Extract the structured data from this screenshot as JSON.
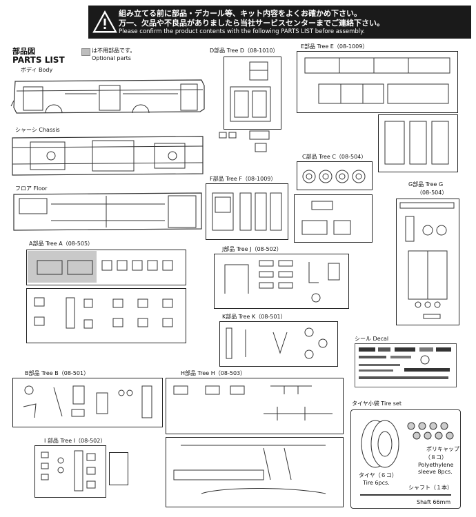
{
  "warning": {
    "icon": "warning-triangle-icon",
    "line_jp_1": "組み立てる前に部品・デカール等、キット内容をよくお確かめ下さい。",
    "line_jp_2": "万一、欠品や不良品がありましたら当社サービスセンターまでご連絡下さい。",
    "line_en": "Please confirm the product contents with the following PARTS LIST before assembly."
  },
  "header": {
    "title_jp": "部品図",
    "title_en": "PARTS LIST",
    "optional_jp": "は不用部品です。",
    "optional_en": "Optional parts",
    "optional_color": "#bdbdbd"
  },
  "labels": {
    "body": "ボディ Body",
    "chassis": "シャーシ Chassis",
    "floor": "フロア Floor",
    "tree_a": "A部品 Tree A（08-505）",
    "tree_b": "B部品 Tree B（08-501）",
    "tree_i": "I 部品 Tree I（08-502）",
    "tree_d": "D部品 Tree D（08-1010）",
    "tree_e": "E部品 Tree E（08-1009）",
    "tree_c": "C部品 Tree C（08-504）",
    "tree_f": "F部品 Tree F（08-1009）",
    "tree_g": "G部品 Tree G",
    "tree_g_code": "（08-504）",
    "tree_j": "J部品 Tree J（08-502）",
    "tree_k": "K部品 Tree K（08-501）",
    "tree_h": "H部品 Tree H（08-503）",
    "decal": "シール Decal",
    "tire_set": "タイヤ小袋 Tire set",
    "poly_jp": "ポリキャップ",
    "poly_count": "（８コ）",
    "poly_en_1": "Polyethylene",
    "poly_en_2": "sleeve 8pcs.",
    "tire_jp": "タイヤ（６コ）",
    "tire_en": "Tire 6pcs.",
    "shaft_jp": "シャフト（１本）",
    "shaft_en": "Shaft 66mm"
  }
}
